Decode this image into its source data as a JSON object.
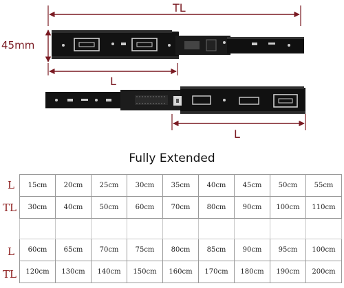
{
  "diagram": {
    "tl_label": "TL",
    "height_label": "45mm",
    "l_label_top": "L",
    "l_label_bottom": "L"
  },
  "title": "Fully Extended",
  "rows": {
    "row_label_l": "L",
    "row_label_tl": "TL"
  },
  "table1": {
    "l": [
      "15cm",
      "20cm",
      "25cm",
      "30cm",
      "35cm",
      "40cm",
      "45cm",
      "50cm",
      "55cm"
    ],
    "tl": [
      "30cm",
      "40cm",
      "50cm",
      "60cm",
      "70cm",
      "80cm",
      "90cm",
      "100cm",
      "110cm"
    ]
  },
  "table2": {
    "l": [
      "60cm",
      "65cm",
      "70cm",
      "75cm",
      "80cm",
      "85cm",
      "90cm",
      "95cm",
      "100cm"
    ],
    "tl": [
      "120cm",
      "130cm",
      "140cm",
      "150cm",
      "160cm",
      "170cm",
      "180cm",
      "190cm",
      "200cm"
    ]
  },
  "colors": {
    "dimension": "#7a1a22",
    "rail": "#141414",
    "table_border": "#9a9a9a"
  }
}
